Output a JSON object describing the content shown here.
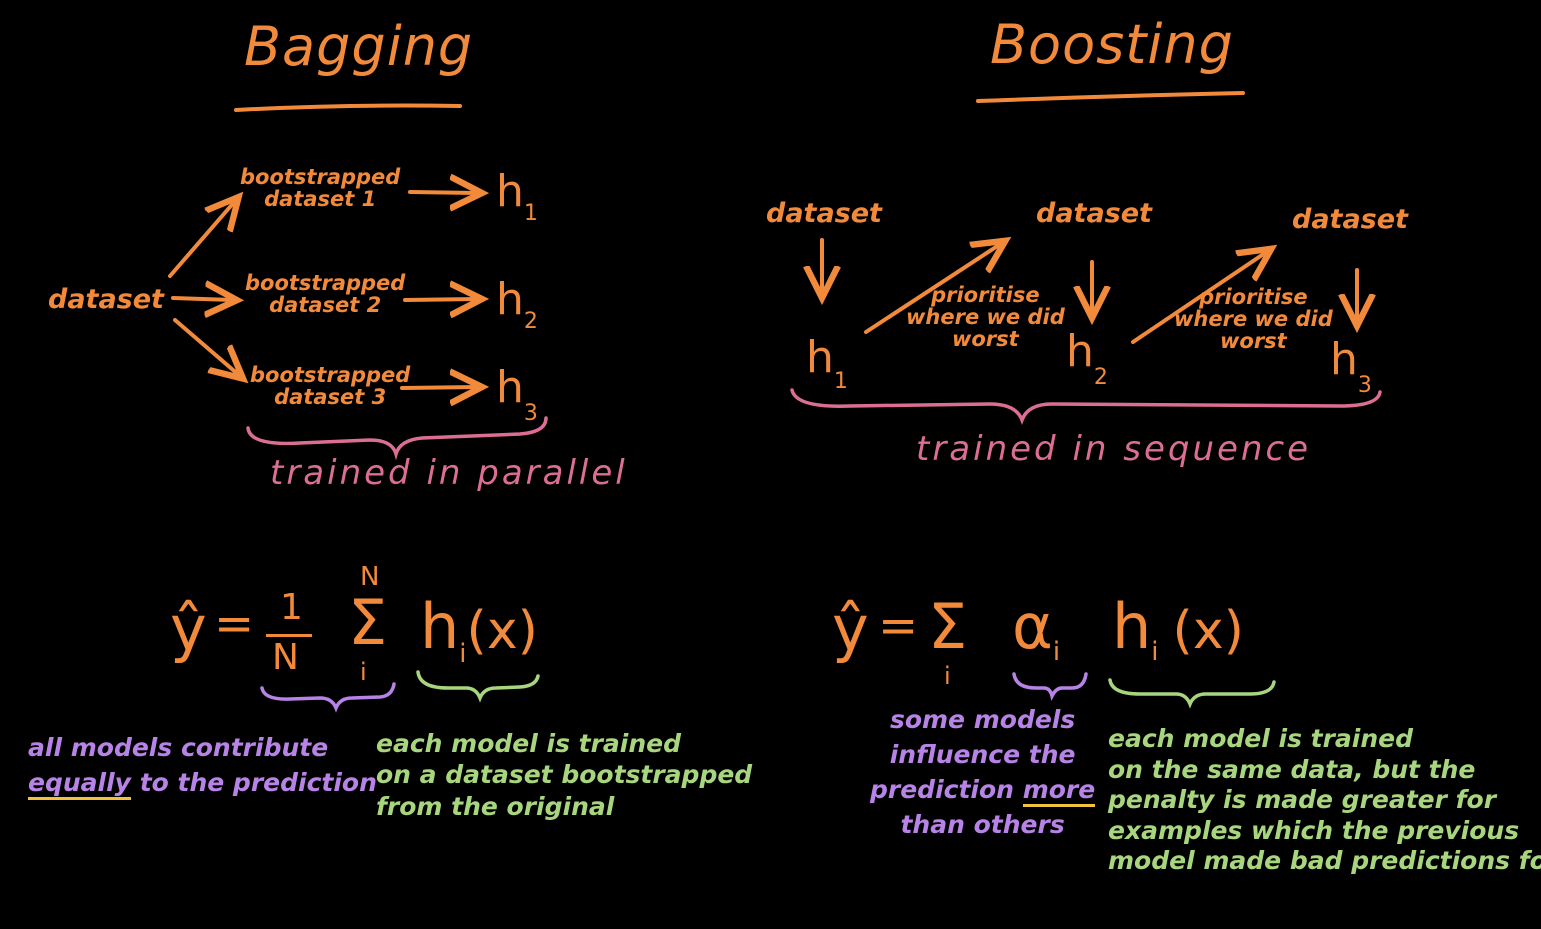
{
  "bagging": {
    "title": "Bagging",
    "dataset": "dataset",
    "boot1": "bootstrapped\ndataset 1",
    "boot2": "bootstrapped\ndataset 2",
    "boot3": "bootstrapped\ndataset 3",
    "h": "h",
    "h1_sub": "1",
    "h2_sub": "2",
    "h3_sub": "3",
    "brace_label": "trained in parallel",
    "formula": {
      "yhat": "ŷ",
      "equals": "=",
      "num": "1",
      "den": "N",
      "sigma": "Σ",
      "upper": "N",
      "lower": "i",
      "term": "h",
      "term_sub": "i",
      "term_arg": "(x)"
    },
    "note_purple_part1": "all models contribute",
    "note_purple_highlight": "equally",
    "note_purple_part2": "to the prediction",
    "note_green": "each model is trained\non a dataset bootstrapped\nfrom the original"
  },
  "boosting": {
    "title": "Boosting",
    "dataset": "dataset",
    "prioritise": "prioritise\nwhere we did\nworst",
    "h": "h",
    "h1_sub": "1",
    "h2_sub": "2",
    "h3_sub": "3",
    "brace_label": "trained in sequence",
    "formula": {
      "yhat": "ŷ",
      "equals": "=",
      "sigma": "Σ",
      "lower": "i",
      "alpha": "α",
      "alpha_sub": "i",
      "term": "h",
      "term_sub": "i",
      "term_arg": "(x)"
    },
    "note_purple_part1": "some models\ninfluence the\nprediction",
    "note_purple_highlight": "more",
    "note_purple_part2": "than others",
    "note_green": "each model is trained\non the same data, but the\npenalty is made greater for\nexamples which the previous\nmodel made bad predictions for"
  },
  "colors": {
    "orange": "#f28a3c",
    "pink": "#dc6e95",
    "purple": "#b783e6",
    "green": "#a8d67f",
    "yellow": "#f2c23c",
    "background": "#000000"
  }
}
